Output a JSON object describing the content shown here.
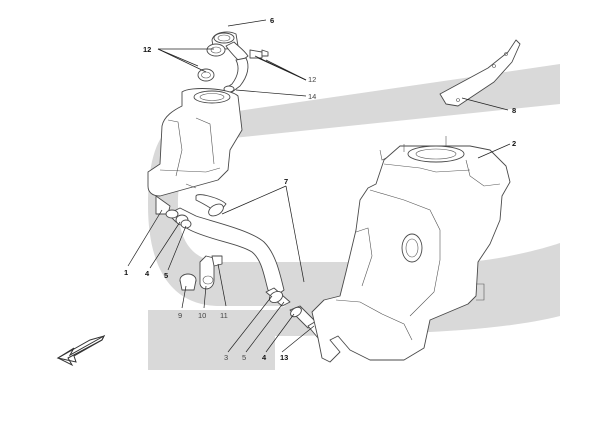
{
  "diagram": {
    "background_shape_color": "#d9d9d9",
    "line_color": "#4a4a4a",
    "arrow_direction": "down-left",
    "callouts": [
      {
        "id": "c6",
        "label": "6"
      },
      {
        "id": "c12a",
        "label": "12"
      },
      {
        "id": "c12b",
        "label": "12"
      },
      {
        "id": "c14",
        "label": "14"
      },
      {
        "id": "c8",
        "label": "8"
      },
      {
        "id": "c2",
        "label": "2"
      },
      {
        "id": "c7",
        "label": "7"
      },
      {
        "id": "c1",
        "label": "1"
      },
      {
        "id": "c4a",
        "label": "4"
      },
      {
        "id": "c5a",
        "label": "5"
      },
      {
        "id": "c9",
        "label": "9"
      },
      {
        "id": "c10",
        "label": "10"
      },
      {
        "id": "c11",
        "label": "11"
      },
      {
        "id": "c3",
        "label": "3"
      },
      {
        "id": "c5b",
        "label": "5"
      },
      {
        "id": "c4b",
        "label": "4"
      },
      {
        "id": "c13",
        "label": "13"
      }
    ]
  }
}
